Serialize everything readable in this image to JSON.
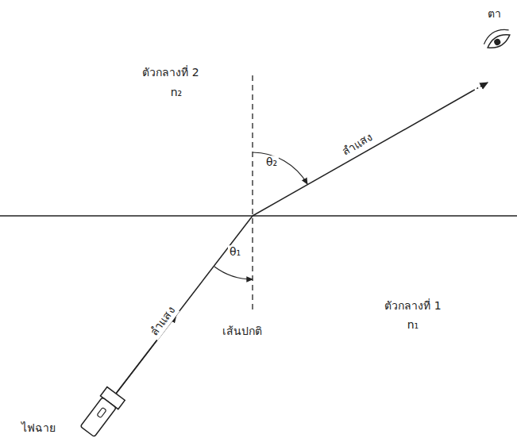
{
  "diagram": {
    "labels": [
      "ตา",
      "ตัวกลางที่ 2",
      "n₂",
      "θ₂",
      "ลำแสง",
      "θ₁",
      "ลำแสง",
      "ตัวกลางที่ 1",
      "n₁",
      "เส้นปกติ",
      "ไฟฉาย"
    ]
  }
}
